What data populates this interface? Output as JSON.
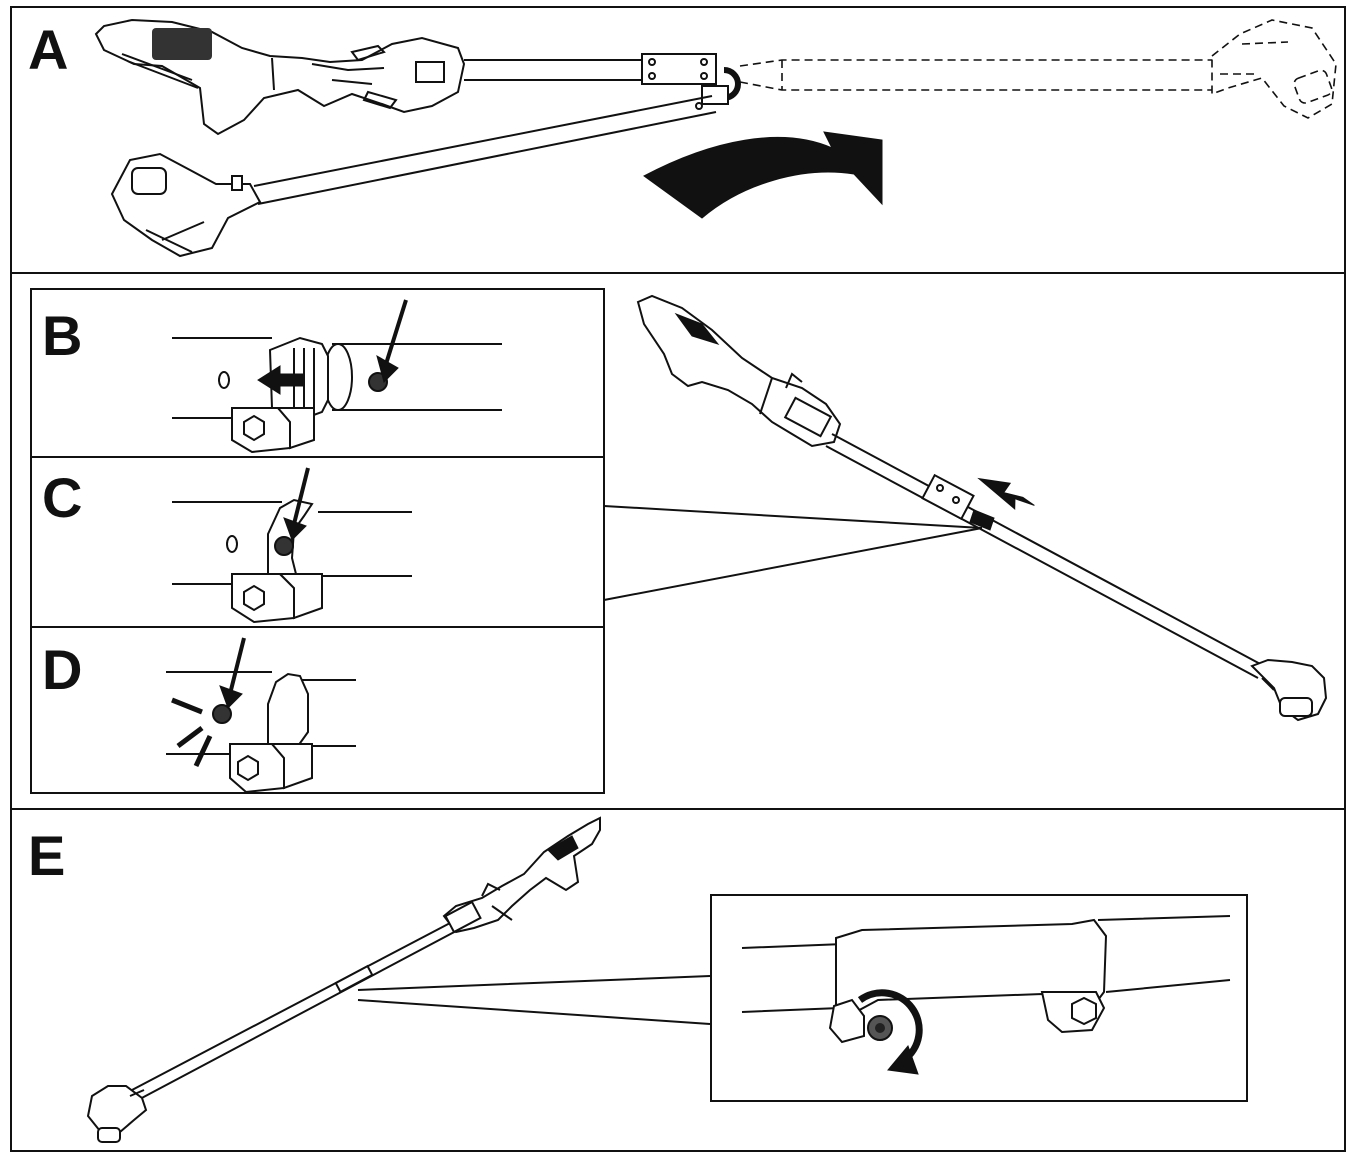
{
  "panels": {
    "a": {
      "label": "A"
    },
    "b": {
      "label": "B"
    },
    "c": {
      "label": "C"
    },
    "d": {
      "label": "D"
    },
    "e": {
      "label": "E"
    }
  },
  "colors": {
    "line": "#111111",
    "background": "#ffffff"
  },
  "icons": {
    "fold": "curved-arrow-icon",
    "push": "push-arrow-icon",
    "rotate": "rotate-arrow-icon"
  }
}
